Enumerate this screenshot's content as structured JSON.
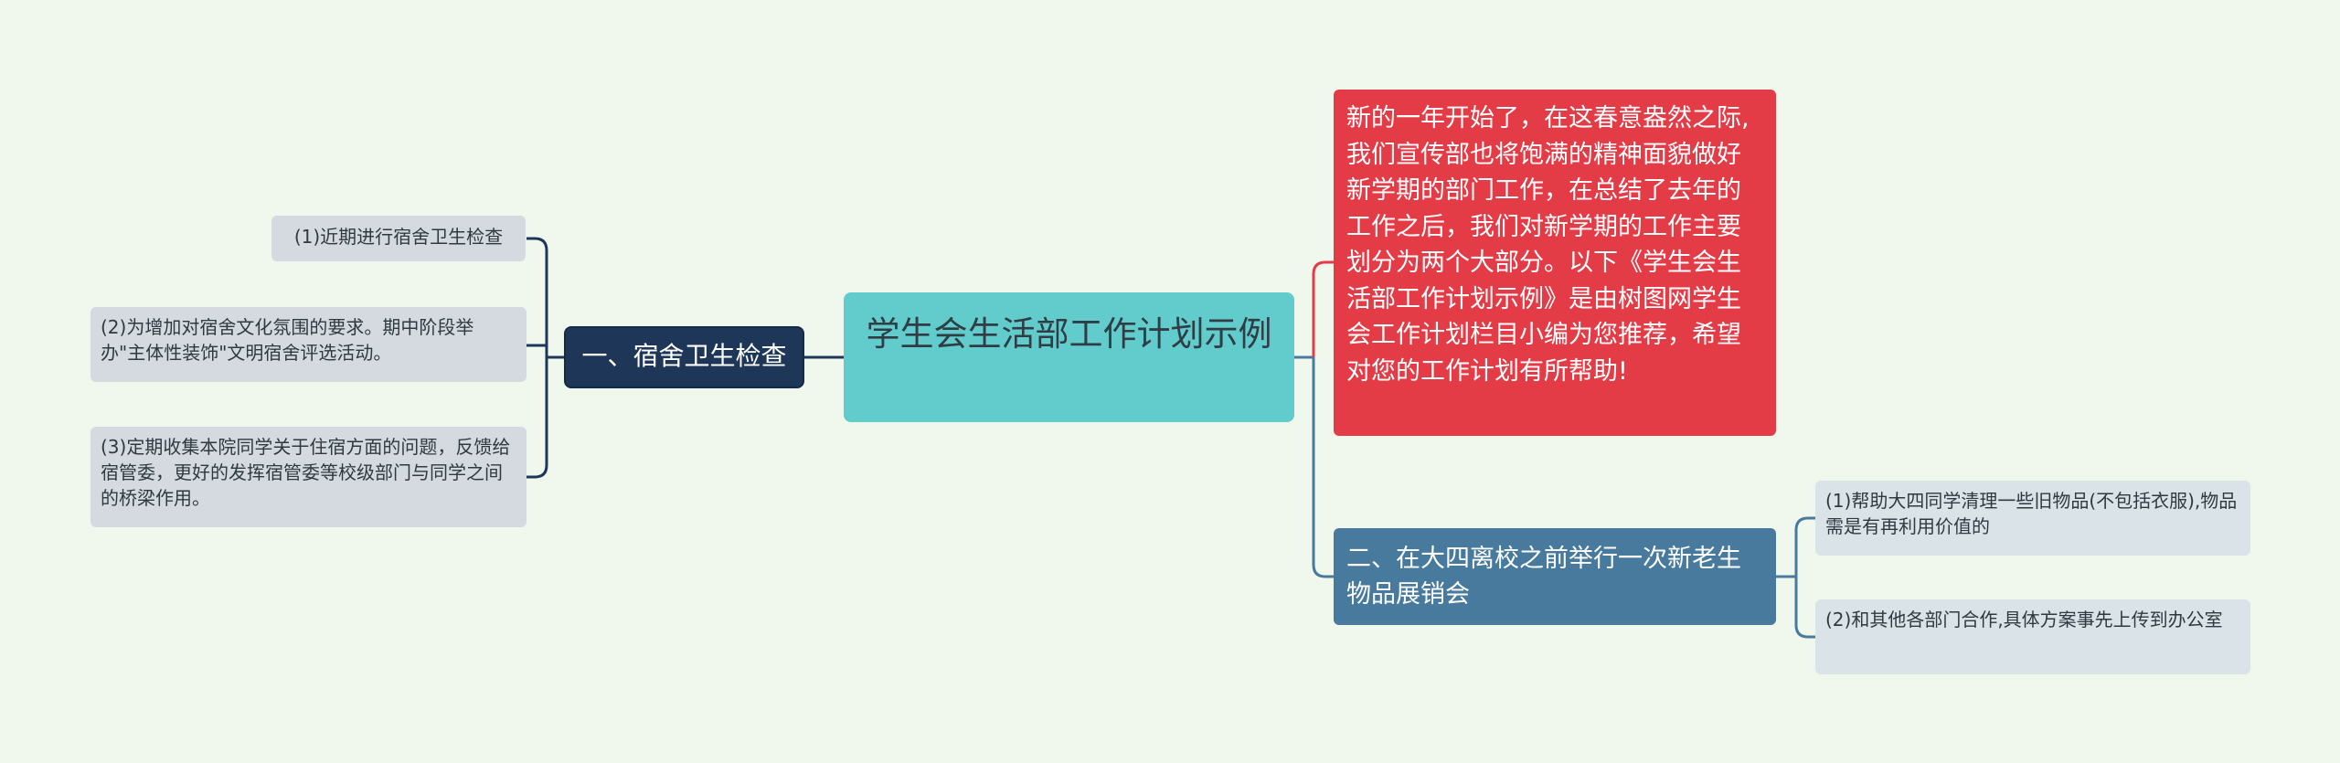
{
  "central": {
    "title": "学生会生活部工作计划示例",
    "color": "#62cbcc"
  },
  "left_branch": {
    "label": "一、宿舍卫生检查",
    "color": "#1e3759",
    "children": [
      "(1)近期进行宿舍卫生检查",
      "(2)为增加对宿舍文化氛围的要求。期中阶段举办\"主体性装饰\"文明宿舍评选活动。",
      "(3)定期收集本院同学关于住宿方面的问题，反馈给宿管委，更好的发挥宿管委等校级部门与同学之间的桥梁作用。"
    ]
  },
  "right_branches": [
    {
      "label": "新的一年开始了，在这春意盎然之际,我们宣传部也将饱满的精神面貌做好新学期的部门工作，在总结了去年的工作之后，我们对新学期的工作主要划分为两个大部分。以下《学生会生活部工作计划示例》是由树图网学生会工作计划栏目小编为您推荐，希望对您的工作计划有所帮助!",
      "color": "#e43c47"
    },
    {
      "label": "二、在大四离校之前举行一次新老生物品展销会",
      "color": "#477a9c",
      "children": [
        "(1)帮助大四同学清理一些旧物品(不包括衣服),物品需是有再利用价值的",
        "(2)和其他各部门合作,具体方案事先上传到办公室"
      ]
    }
  ],
  "connector_colors": {
    "left": "#1e3759",
    "red": "#e43c47",
    "blue": "#477a9c"
  }
}
